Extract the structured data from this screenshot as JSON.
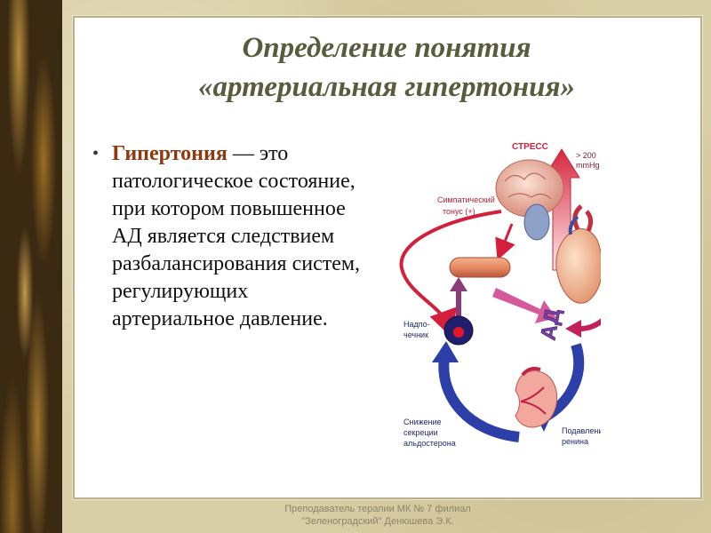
{
  "slide": {
    "title_line1": "Определение понятия",
    "title_line2": "«артериальная гипертония»",
    "bullet_glyph": "•",
    "term": "Гипертония",
    "definition": " — это патологическое состояние, при котором повышенное АД является следствием разбалансирования систем, регулирующих артериальное давление."
  },
  "diagram": {
    "stress": "СТРЕСС",
    "pressure_line1": "> 200",
    "pressure_line2": "mmHg",
    "sympathetic_line1": "Симпатический",
    "sympathetic_line2": "тонус (+)",
    "adrenal_line1": "Надпо-",
    "adrenal_line2": "чечник",
    "ad_label": "АД",
    "aldosterone_line1": "Снижение",
    "aldosterone_line2": "секреции",
    "aldosterone_line3": "альдостерона",
    "renin_line1": "Подавление",
    "renin_line2": "ренина"
  },
  "footer": {
    "line1": "Преподаватель терапии МК № 7 филиал",
    "line2": "\"Зеленоградский\" Денюшева Э.К."
  }
}
